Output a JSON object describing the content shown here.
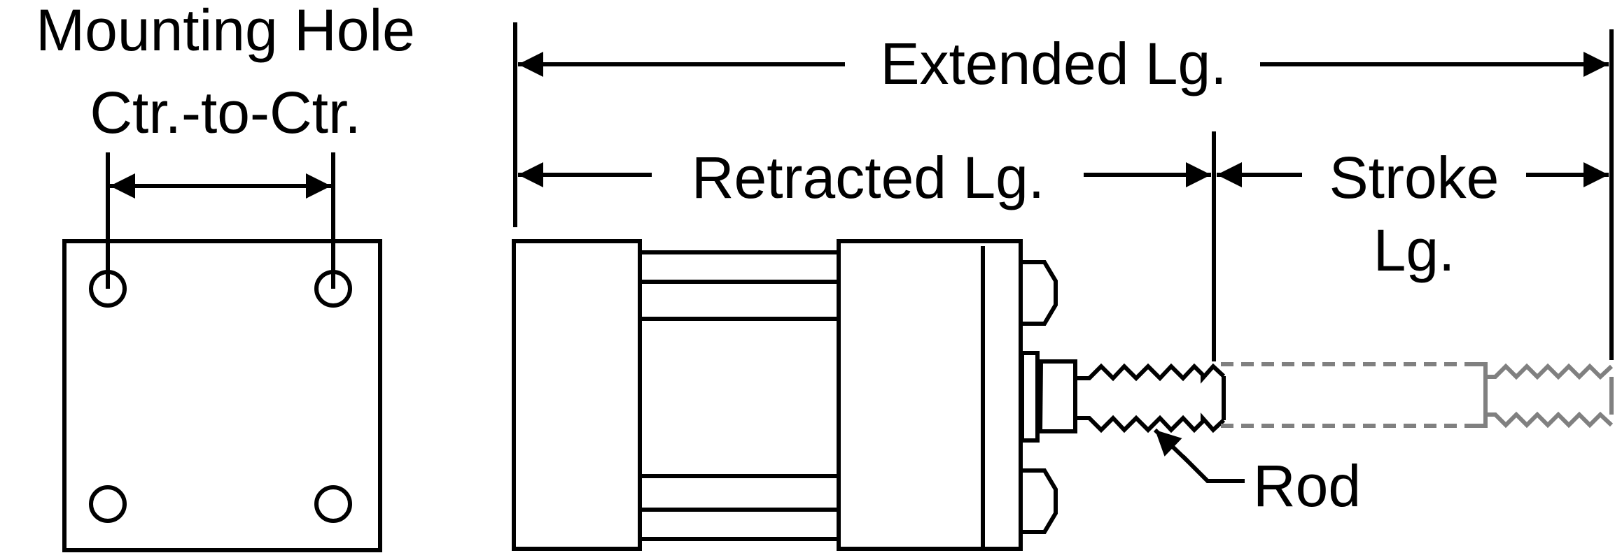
{
  "labels": {
    "mounting_line1": "Mounting Hole",
    "mounting_line2": "Ctr.-to-Ctr.",
    "extended": "Extended Lg.",
    "retracted": "Retracted Lg.",
    "stroke_line1": "Stroke",
    "stroke_line2": "Lg.",
    "rod": "Rod"
  },
  "colors": {
    "line": "#000000",
    "ghost": "#808080",
    "background": "#ffffff"
  }
}
